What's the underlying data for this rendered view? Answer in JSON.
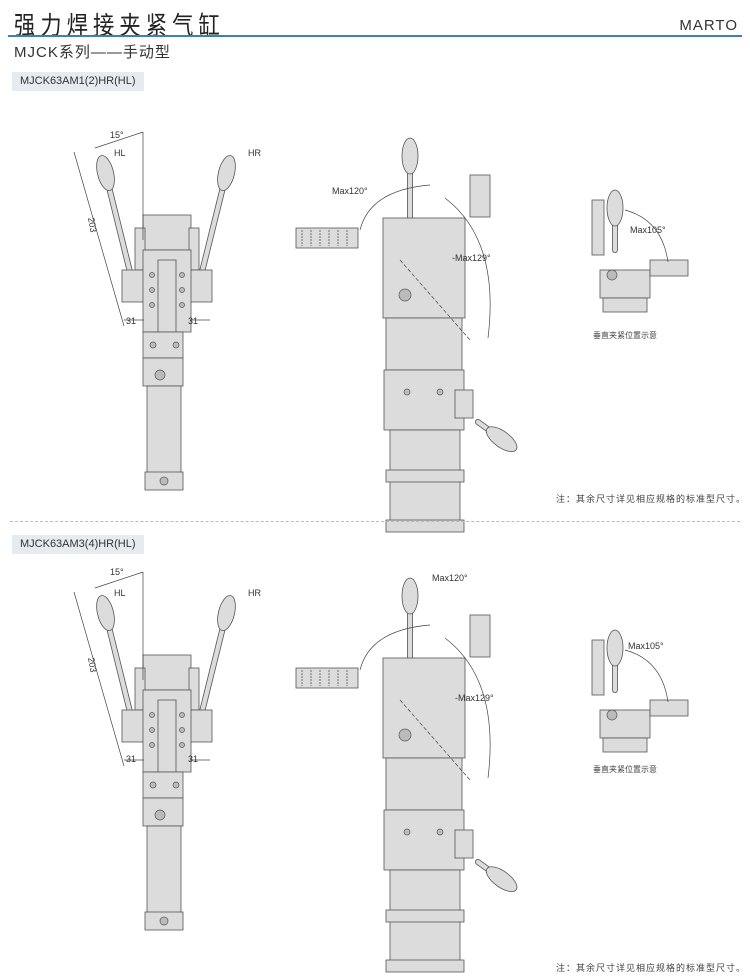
{
  "header": {
    "title": "强力焊接夹紧气缸",
    "brand": "MARTO",
    "subtitle": "MJCK系列——手动型",
    "accent_color": "#3d7fb9"
  },
  "sections": [
    {
      "model": "MJCK63AM1(2)HR(HL)",
      "labels": {
        "angle_15": "15°",
        "hl": "HL",
        "hr": "HR",
        "len_203": "203",
        "dim_31_left": "31",
        "dim_31_right": "31",
        "max120": "Max120°",
        "max129": "-Max129°",
        "max105": "Max105°",
        "caption": "垂直夹紧位置示意"
      },
      "note": "注：其余尺寸详见相应规格的标准型尺寸。"
    },
    {
      "model": "MJCK63AM3(4)HR(HL)",
      "labels": {
        "angle_15": "15°",
        "hl": "HL",
        "hr": "HR",
        "len_203": "203",
        "dim_31_left": "31",
        "dim_31_right": "31",
        "max120": "Max120°",
        "max129": "-Max129°",
        "max105": "Max105°",
        "caption": "垂直夹紧位置示意"
      },
      "note": "注：其余尺寸详见相应规格的标准型尺寸。"
    }
  ]
}
